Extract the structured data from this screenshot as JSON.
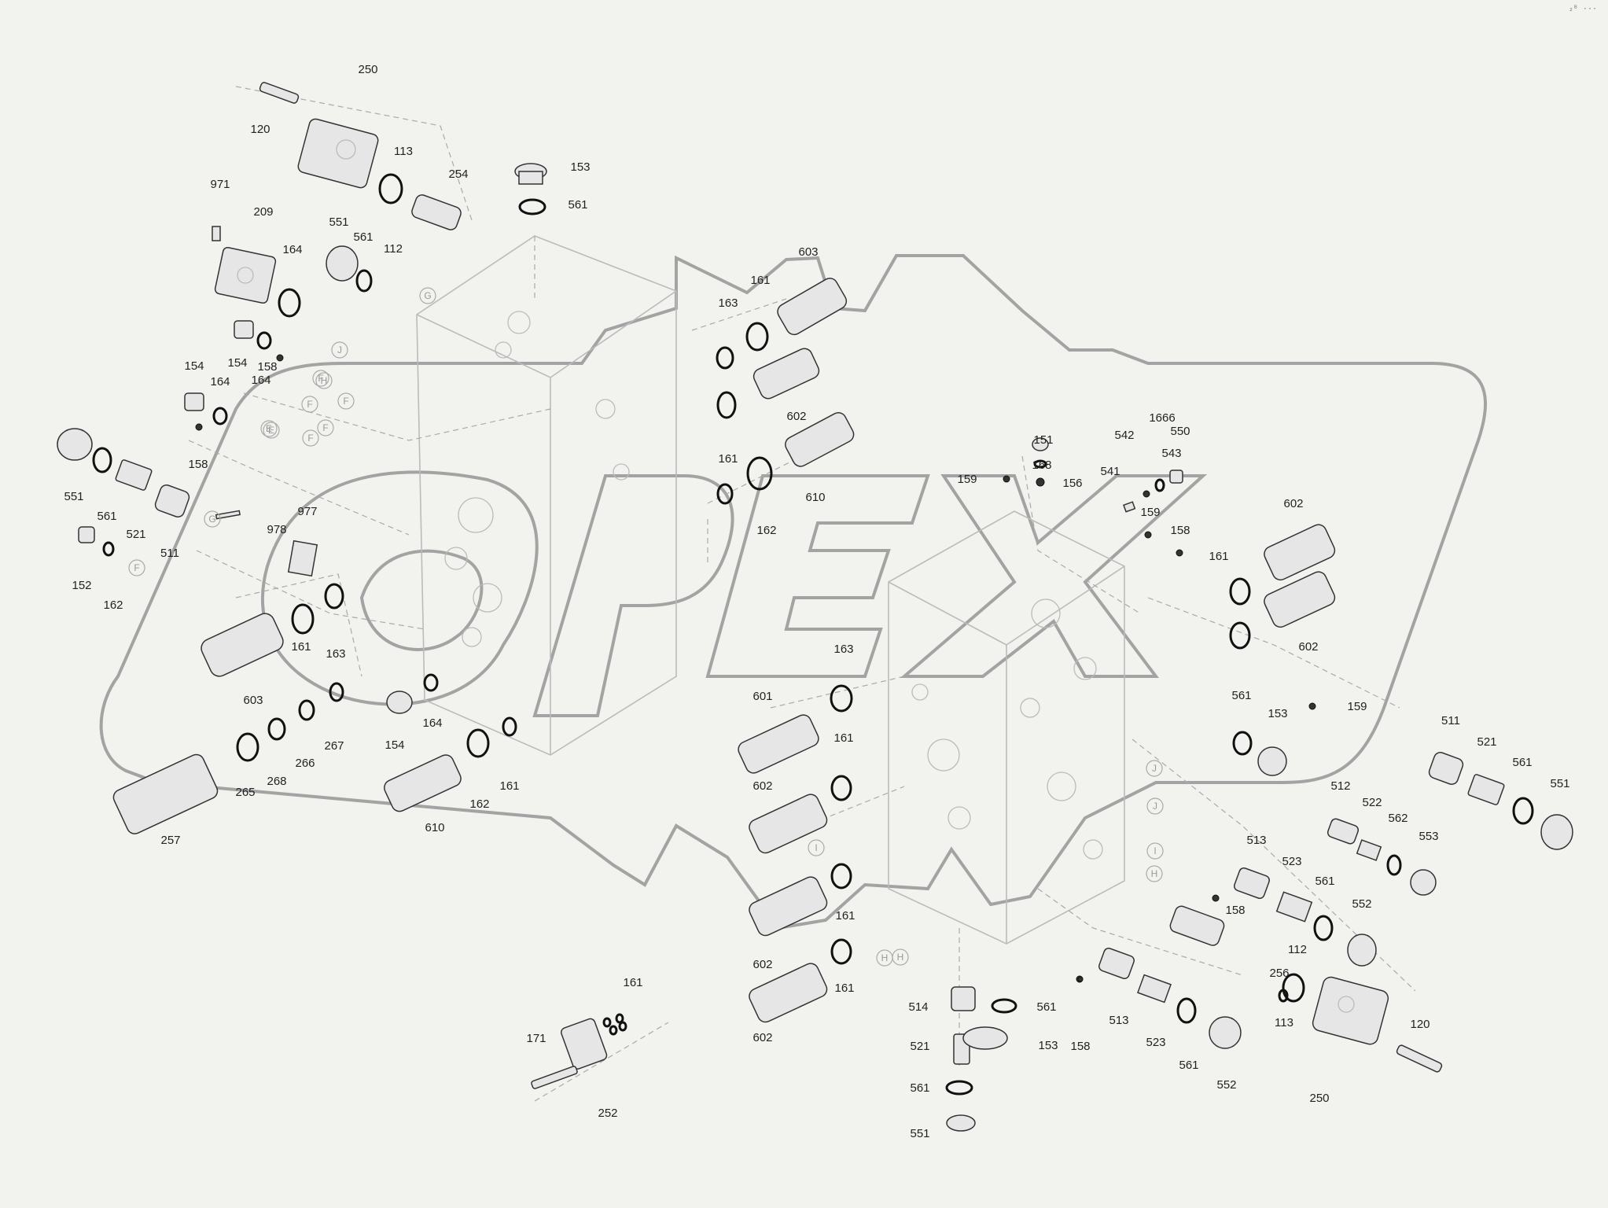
{
  "corner_mark": "₂ᴮ ···",
  "watermark": "OPEX",
  "part_labels": [
    "250",
    "120",
    "113",
    "254",
    "971",
    "209",
    "164",
    "551",
    "561",
    "112",
    "153",
    "561",
    "603",
    "161",
    "163",
    "602",
    "161",
    "162",
    "610",
    "154",
    "164",
    "158",
    "154",
    "164",
    "158",
    "551",
    "561",
    "521",
    "511",
    "152",
    "162",
    "978",
    "977",
    "161",
    "163",
    "603",
    "154",
    "164",
    "267",
    "266",
    "268",
    "265",
    "257",
    "610",
    "162",
    "161",
    "151",
    "168",
    "156",
    "159",
    "542",
    "541",
    "1666",
    "543",
    "550",
    "159",
    "158",
    "602",
    "161",
    "602",
    "163",
    "601",
    "161",
    "602",
    "161",
    "602",
    "161",
    "602",
    "561",
    "153",
    "159",
    "511",
    "521",
    "561",
    "551",
    "512",
    "522",
    "562",
    "553",
    "513",
    "158",
    "523",
    "561",
    "552",
    "256",
    "112",
    "113",
    "250",
    "120",
    "514",
    "561",
    "521",
    "153",
    "561",
    "551",
    "158",
    "513",
    "523",
    "561",
    "552",
    "161",
    "171",
    "252"
  ],
  "circle_labels": [
    "G",
    "J",
    "H",
    "F",
    "E",
    "F",
    "G",
    "E",
    "F",
    "F",
    "F",
    "F",
    "I",
    "J",
    "J",
    "H",
    "I",
    "H",
    "H"
  ]
}
